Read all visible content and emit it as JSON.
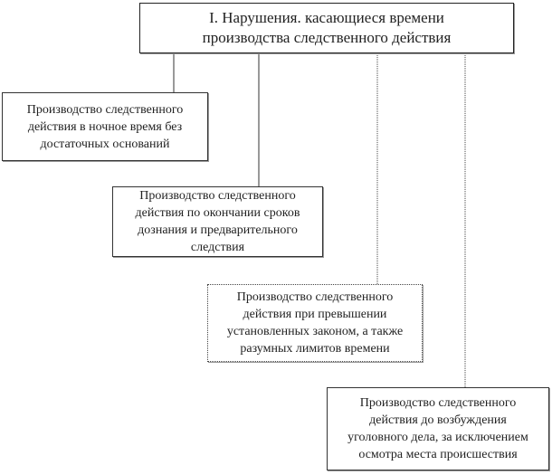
{
  "title": {
    "line1": "I. Нарушения. касающиеся времени",
    "line2": "производства следственного действия"
  },
  "items": [
    {
      "lines": [
        "Производство следственного",
        "действия в ночное время без",
        "достаточных оснований"
      ]
    },
    {
      "lines": [
        "Производство следственного",
        "действия по окончании сроков",
        "дознания и предварительного",
        "следствия"
      ]
    },
    {
      "lines": [
        "Производство следственного",
        "действия при превышении",
        "установленных законом, а также",
        "разумных лимитов  времени"
      ]
    },
    {
      "lines": [
        "Производство следственного",
        "действия до возбуждения",
        "уголовного дела, за исключением",
        "осмотра места происшествия"
      ]
    }
  ]
}
